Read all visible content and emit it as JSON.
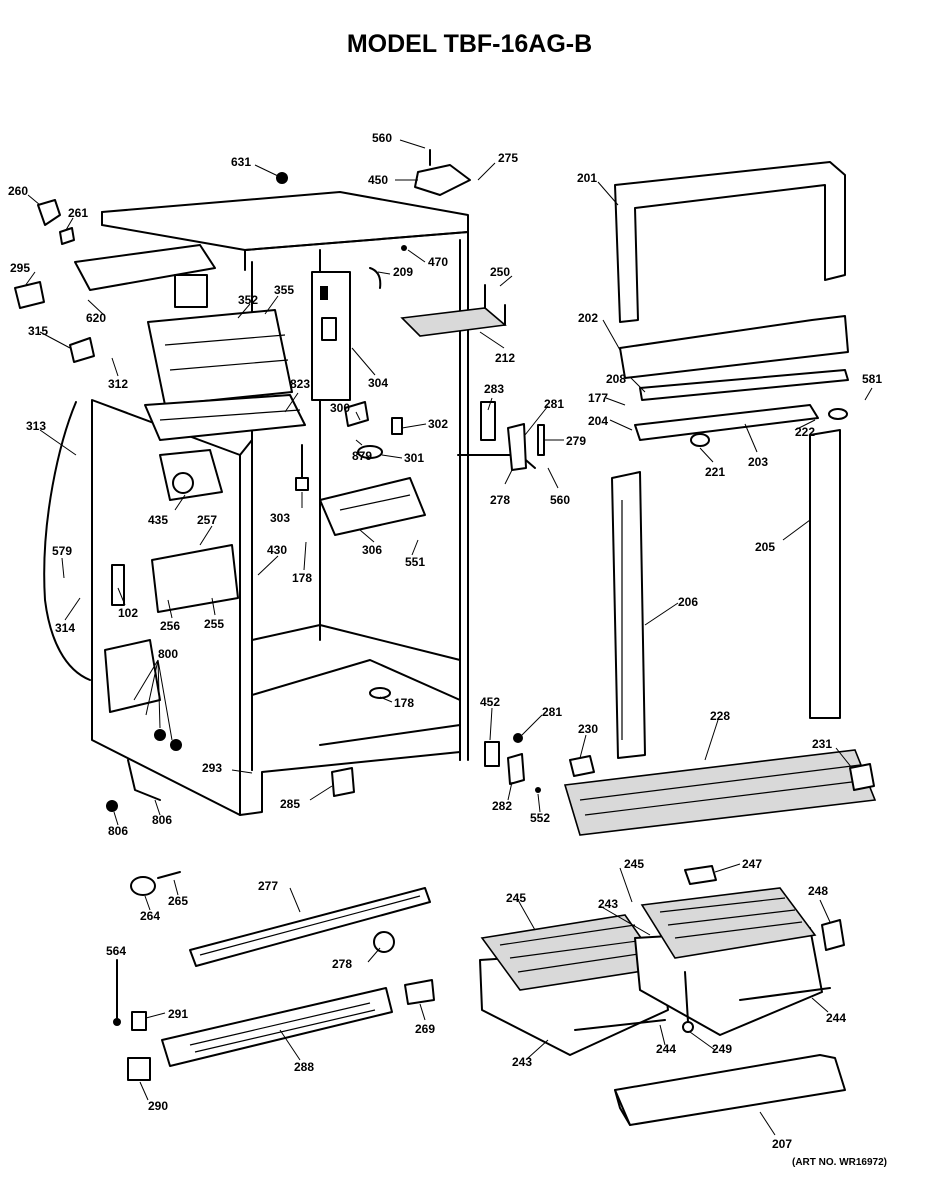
{
  "title": "MODEL TBF-16AG-B",
  "art_number": "(ART NO. WR16972)",
  "part_labels": [
    {
      "id": "560a",
      "text": "560"
    },
    {
      "id": "275",
      "text": "275"
    },
    {
      "id": "450",
      "text": "450"
    },
    {
      "id": "631",
      "text": "631"
    },
    {
      "id": "201",
      "text": "201"
    },
    {
      "id": "260",
      "text": "260"
    },
    {
      "id": "261",
      "text": "261"
    },
    {
      "id": "470",
      "text": "470"
    },
    {
      "id": "209",
      "text": "209"
    },
    {
      "id": "250",
      "text": "250"
    },
    {
      "id": "295",
      "text": "295"
    },
    {
      "id": "352",
      "text": "352"
    },
    {
      "id": "355",
      "text": "355"
    },
    {
      "id": "620",
      "text": "620"
    },
    {
      "id": "202",
      "text": "202"
    },
    {
      "id": "315",
      "text": "315"
    },
    {
      "id": "212",
      "text": "212"
    },
    {
      "id": "312",
      "text": "312"
    },
    {
      "id": "304",
      "text": "304"
    },
    {
      "id": "208",
      "text": "208"
    },
    {
      "id": "581",
      "text": "581"
    },
    {
      "id": "823",
      "text": "823"
    },
    {
      "id": "283",
      "text": "283"
    },
    {
      "id": "177",
      "text": "177"
    },
    {
      "id": "313",
      "text": "313"
    },
    {
      "id": "300",
      "text": "300"
    },
    {
      "id": "302",
      "text": "302"
    },
    {
      "id": "281a",
      "text": "281"
    },
    {
      "id": "204",
      "text": "204"
    },
    {
      "id": "222",
      "text": "222"
    },
    {
      "id": "279",
      "text": "279"
    },
    {
      "id": "879",
      "text": "879"
    },
    {
      "id": "301",
      "text": "301"
    },
    {
      "id": "221",
      "text": "221"
    },
    {
      "id": "203",
      "text": "203"
    },
    {
      "id": "435",
      "text": "435"
    },
    {
      "id": "257",
      "text": "257"
    },
    {
      "id": "303",
      "text": "303"
    },
    {
      "id": "278a",
      "text": "278"
    },
    {
      "id": "560b",
      "text": "560"
    },
    {
      "id": "205",
      "text": "205"
    },
    {
      "id": "430",
      "text": "430"
    },
    {
      "id": "306",
      "text": "306"
    },
    {
      "id": "551",
      "text": "551"
    },
    {
      "id": "579",
      "text": "579"
    },
    {
      "id": "178a",
      "text": "178"
    },
    {
      "id": "102",
      "text": "102"
    },
    {
      "id": "206",
      "text": "206"
    },
    {
      "id": "314",
      "text": "314"
    },
    {
      "id": "256",
      "text": "256"
    },
    {
      "id": "255",
      "text": "255"
    },
    {
      "id": "800",
      "text": "800"
    },
    {
      "id": "178b",
      "text": "178"
    },
    {
      "id": "452",
      "text": "452"
    },
    {
      "id": "281b",
      "text": "281"
    },
    {
      "id": "228",
      "text": "228"
    },
    {
      "id": "230",
      "text": "230"
    },
    {
      "id": "231",
      "text": "231"
    },
    {
      "id": "293",
      "text": "293"
    },
    {
      "id": "285",
      "text": "285"
    },
    {
      "id": "282",
      "text": "282"
    },
    {
      "id": "552",
      "text": "552"
    },
    {
      "id": "806a",
      "text": "806"
    },
    {
      "id": "806b",
      "text": "806"
    },
    {
      "id": "245a",
      "text": "245"
    },
    {
      "id": "247",
      "text": "247"
    },
    {
      "id": "277",
      "text": "277"
    },
    {
      "id": "264",
      "text": "264"
    },
    {
      "id": "265",
      "text": "265"
    },
    {
      "id": "245b",
      "text": "245"
    },
    {
      "id": "248",
      "text": "248"
    },
    {
      "id": "243a",
      "text": "243"
    },
    {
      "id": "564",
      "text": "564"
    },
    {
      "id": "278b",
      "text": "278"
    },
    {
      "id": "291",
      "text": "291"
    },
    {
      "id": "269",
      "text": "269"
    },
    {
      "id": "244a",
      "text": "244"
    },
    {
      "id": "249",
      "text": "249"
    },
    {
      "id": "244b",
      "text": "244"
    },
    {
      "id": "243b",
      "text": "243"
    },
    {
      "id": "288",
      "text": "288"
    },
    {
      "id": "290",
      "text": "290"
    },
    {
      "id": "207",
      "text": "207"
    }
  ]
}
